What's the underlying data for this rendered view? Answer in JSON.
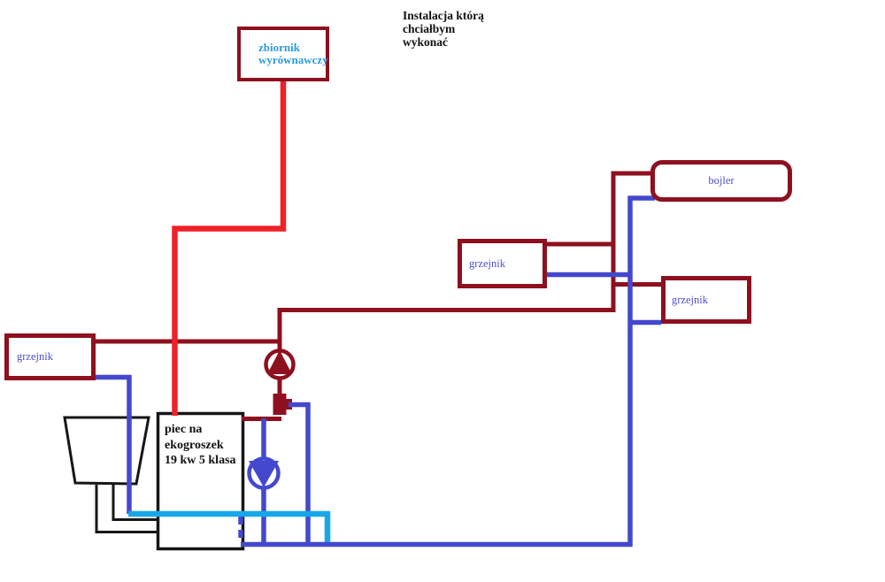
{
  "title": {
    "lines": [
      "Instalacja którą",
      "chciałbym",
      "wykonać"
    ]
  },
  "components": {
    "expansion_tank": {
      "label_lines": [
        "zbiornik",
        "wyrównawczy"
      ]
    },
    "boiler": {
      "label": "bojler"
    },
    "radiator_left": {
      "label": "grzejnik"
    },
    "radiator_middle": {
      "label": "grzejnik"
    },
    "radiator_right": {
      "label": "grzejnik"
    },
    "furnace": {
      "label_lines": [
        "piec na",
        "ekogroszek",
        "19 kw 5 klasa"
      ]
    }
  },
  "colors": {
    "pipe_hot_dark": "#8e101e",
    "pipe_hot_bright": "#ed2228",
    "pipe_cold": "#4348ce",
    "pipe_cold_light": "#17a7e9",
    "outline_black": "#161616",
    "label_blue": "#4a50cc",
    "label_light_blue": "#2d9bdb",
    "label_black": "#111111"
  }
}
